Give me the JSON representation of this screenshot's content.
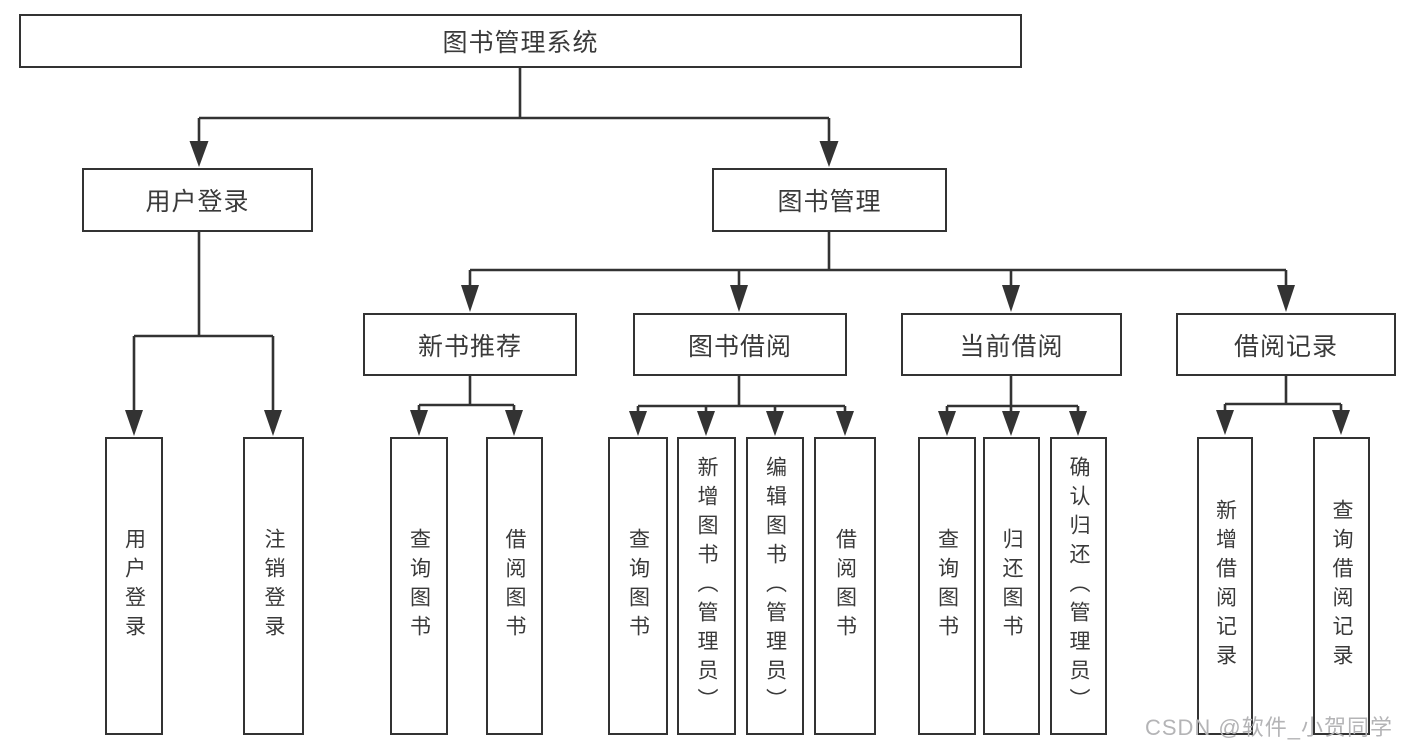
{
  "diagram": {
    "root": {
      "label": "图书管理系统"
    },
    "level2": [
      {
        "label": "用户登录",
        "children": [
          {
            "label": "用户登录"
          },
          {
            "label": "注销登录"
          }
        ]
      },
      {
        "label": "图书管理",
        "children": [
          {
            "label": "新书推荐",
            "children": [
              {
                "label": "查询图书"
              },
              {
                "label": "借阅图书"
              }
            ]
          },
          {
            "label": "图书借阅",
            "children": [
              {
                "label": "查询图书"
              },
              {
                "label": "新增图书（管理员）"
              },
              {
                "label": "编辑图书（管理员）"
              },
              {
                "label": "借阅图书"
              }
            ]
          },
          {
            "label": "当前借阅",
            "children": [
              {
                "label": "查询图书"
              },
              {
                "label": "归还图书"
              },
              {
                "label": "确认归还（管理员）"
              }
            ]
          },
          {
            "label": "借阅记录",
            "children": [
              {
                "label": "新增借阅记录"
              },
              {
                "label": "查询借阅记录"
              }
            ]
          }
        ]
      }
    ]
  },
  "watermark": {
    "text": "CSDN @软件_小贺同学"
  },
  "colors": {
    "line": "#333333",
    "text": "#3a3a3a",
    "background": "#ffffff",
    "watermark": "#b4b4b6"
  }
}
